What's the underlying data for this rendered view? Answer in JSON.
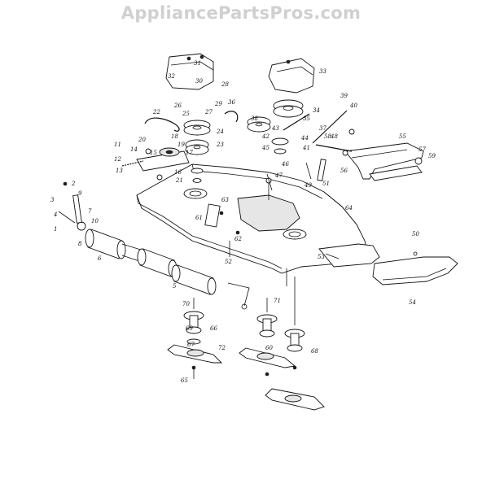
{
  "watermark": "AppliancePartsPros.com",
  "labels": [
    {
      "id": "l1",
      "text": "1"
    },
    {
      "id": "l2",
      "text": "2"
    },
    {
      "id": "l3",
      "text": "3"
    },
    {
      "id": "l4",
      "text": "4"
    },
    {
      "id": "l5",
      "text": "5"
    },
    {
      "id": "l6",
      "text": "6"
    },
    {
      "id": "l7",
      "text": "7"
    },
    {
      "id": "l8",
      "text": "8"
    },
    {
      "id": "l9",
      "text": "9"
    },
    {
      "id": "l10",
      "text": "10"
    },
    {
      "id": "l11",
      "text": "11"
    },
    {
      "id": "l12",
      "text": "12"
    },
    {
      "id": "l13",
      "text": "13"
    },
    {
      "id": "l14",
      "text": "14"
    },
    {
      "id": "l15",
      "text": "15"
    },
    {
      "id": "l16",
      "text": "16"
    },
    {
      "id": "l17",
      "text": "17"
    },
    {
      "id": "l18",
      "text": "18"
    },
    {
      "id": "l19",
      "text": "19"
    },
    {
      "id": "l20",
      "text": "20"
    },
    {
      "id": "l21",
      "text": "21"
    },
    {
      "id": "l22",
      "text": "22"
    },
    {
      "id": "l23",
      "text": "23"
    },
    {
      "id": "l24",
      "text": "24"
    },
    {
      "id": "l25",
      "text": "25"
    },
    {
      "id": "l26",
      "text": "26"
    },
    {
      "id": "l27",
      "text": "27"
    },
    {
      "id": "l28",
      "text": "28"
    },
    {
      "id": "l29",
      "text": "29"
    },
    {
      "id": "l30",
      "text": "30"
    },
    {
      "id": "l31",
      "text": "31"
    },
    {
      "id": "l32",
      "text": "32"
    },
    {
      "id": "l33",
      "text": "33"
    },
    {
      "id": "l34",
      "text": "34"
    },
    {
      "id": "l35",
      "text": "35"
    },
    {
      "id": "l36",
      "text": "36"
    },
    {
      "id": "l37",
      "text": "37"
    },
    {
      "id": "l38",
      "text": "38"
    },
    {
      "id": "l39",
      "text": "39"
    },
    {
      "id": "l40",
      "text": "40"
    },
    {
      "id": "l41",
      "text": "41"
    },
    {
      "id": "l42",
      "text": "42"
    },
    {
      "id": "l43",
      "text": "43"
    },
    {
      "id": "l44",
      "text": "44"
    },
    {
      "id": "l45",
      "text": "45"
    },
    {
      "id": "l46",
      "text": "46"
    },
    {
      "id": "l47",
      "text": "47"
    },
    {
      "id": "l48",
      "text": "48"
    },
    {
      "id": "l49",
      "text": "49"
    },
    {
      "id": "l50",
      "text": "50"
    },
    {
      "id": "l51",
      "text": "51"
    },
    {
      "id": "l52",
      "text": "52"
    },
    {
      "id": "l53",
      "text": "53"
    },
    {
      "id": "l54",
      "text": "54"
    },
    {
      "id": "l55",
      "text": "55"
    },
    {
      "id": "l56",
      "text": "56"
    },
    {
      "id": "l57",
      "text": "57"
    },
    {
      "id": "l58",
      "text": "58"
    },
    {
      "id": "l59",
      "text": "59"
    },
    {
      "id": "l60",
      "text": "60"
    },
    {
      "id": "l61",
      "text": "61"
    },
    {
      "id": "l62",
      "text": "62"
    },
    {
      "id": "l63",
      "text": "63"
    },
    {
      "id": "l64",
      "text": "64"
    },
    {
      "id": "l65",
      "text": "65"
    },
    {
      "id": "l66",
      "text": "66"
    },
    {
      "id": "l67",
      "text": "67"
    },
    {
      "id": "l68",
      "text": "68"
    },
    {
      "id": "l69",
      "text": "69"
    },
    {
      "id": "l70",
      "text": "70"
    },
    {
      "id": "l71",
      "text": "71"
    },
    {
      "id": "l72",
      "text": "72"
    }
  ]
}
